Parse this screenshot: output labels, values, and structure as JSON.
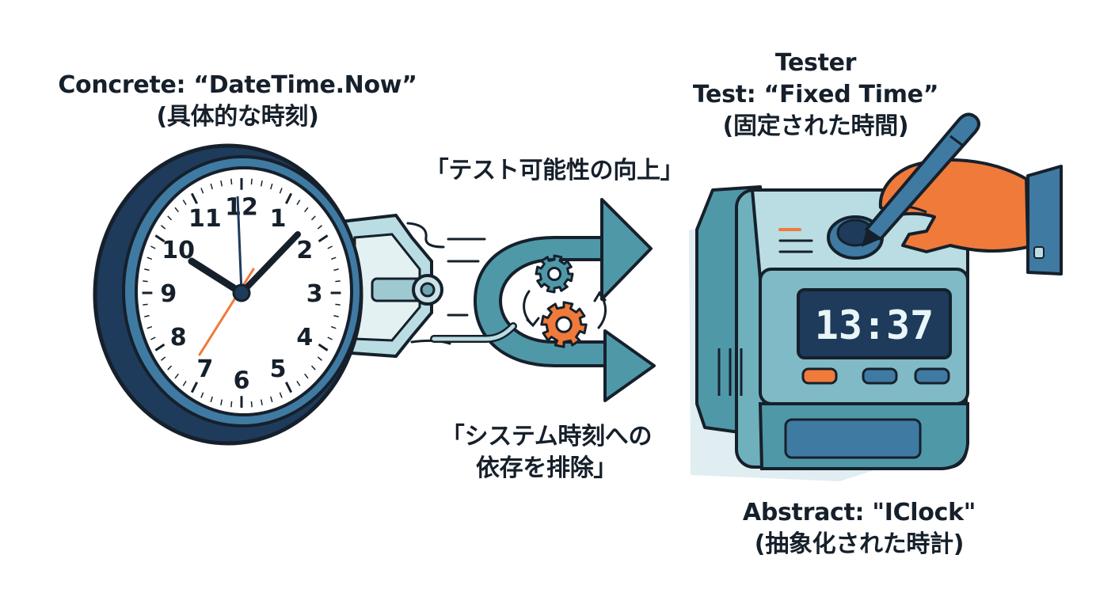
{
  "concrete": {
    "line1": "Concrete: “DateTime.Now”",
    "line2": "(具体的な時刻)"
  },
  "tester": {
    "line1": "Tester",
    "line2": "Test: “Fixed Time”",
    "line3": "(固定された時間)"
  },
  "abstract": {
    "line1": "Abstract: \"IClock\"",
    "line2": "(抽象化された時計)"
  },
  "benefits": {
    "testability": "「テスト可能性の向上」",
    "remove_dependency_line1": "「システム時刻への",
    "remove_dependency_line2": "依存を排除」"
  },
  "clock_numerals": [
    "12",
    "1",
    "2",
    "3",
    "4",
    "5",
    "6",
    "7",
    "8",
    "9",
    "10",
    "11"
  ],
  "digital_display": "13:37",
  "icons": [
    "analog-clock-icon",
    "gear-icon",
    "arrow-icon",
    "digital-clock-device-icon",
    "pen-icon",
    "hand-icon"
  ],
  "colors": {
    "navy": "#1e3b5c",
    "steel_blue": "#3f7aa3",
    "teal": "#4f98a8",
    "light_teal": "#b9dde3",
    "orange": "#f07a3a",
    "outline": "#16202b"
  }
}
